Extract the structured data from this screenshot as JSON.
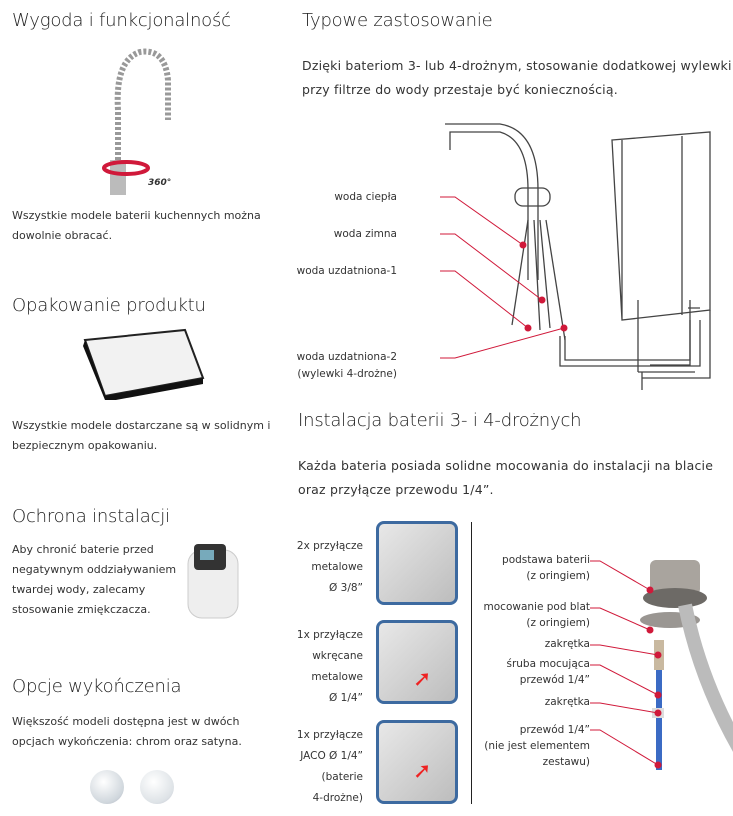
{
  "left": {
    "s1": {
      "title": "Wygoda i funkcjonalność",
      "badge": "360°",
      "text": "Wszystkie modele baterii kuchennych można dowolnie obracać."
    },
    "s2": {
      "title": "Opakowanie produktu",
      "text": "Wszystkie modele dostarczane są w solidnym i bezpiecznym opakowaniu."
    },
    "s3": {
      "title": "Ochrona instalacji",
      "text": "Aby chronić baterie przed negatywnym oddziaływaniem twardej wody, zalecamy stosowanie zmiękczacza."
    },
    "s4": {
      "title": "Opcje wykończenia",
      "text": "Większość modeli dostępna jest w dwóch opcjach wykończenia: chrom oraz satyna."
    }
  },
  "right": {
    "s1": {
      "title": "Typowe zastosowanie",
      "text": "Dzięki bateriom 3- lub 4-drożnym, stosowanie dodatkowej wylewki przy filtrze do wody przestaje być koniecznością.",
      "labels": [
        "woda ciepła",
        "woda zimna",
        "woda uzdatniona-1",
        "woda uzdatniona-2",
        "(wylewki 4-drożne)"
      ]
    },
    "s2": {
      "title": "Instalacja baterii 3- i 4-drożnych",
      "text": "Każda bateria posiada solidne mocowania do instalacji na blacie oraz przyłącze przewodu 1/4”.",
      "connectors": [
        [
          "2x przyłącze",
          "metalowe",
          "Ø 3/8”"
        ],
        [
          "1x przyłącze",
          "wkręcane",
          "metalowe",
          "Ø 1/4”"
        ],
        [
          "1x przyłącze",
          "JACO Ø 1/4”",
          "(baterie",
          "4-drożne)"
        ]
      ],
      "parts": [
        [
          "podstawa baterii",
          "(z oringiem)"
        ],
        [
          "mocowanie pod blat",
          "(z oringiem)"
        ],
        [
          "zakrętka"
        ],
        [
          "śruba mocująca",
          "przewód 1/4”"
        ],
        [
          "zakrętka"
        ],
        [
          "przewód 1/4”",
          "(nie jest elementem",
          "zestawu)"
        ]
      ]
    }
  },
  "colors": {
    "accent": "#d0193a",
    "frame": "#3d6aa0"
  }
}
